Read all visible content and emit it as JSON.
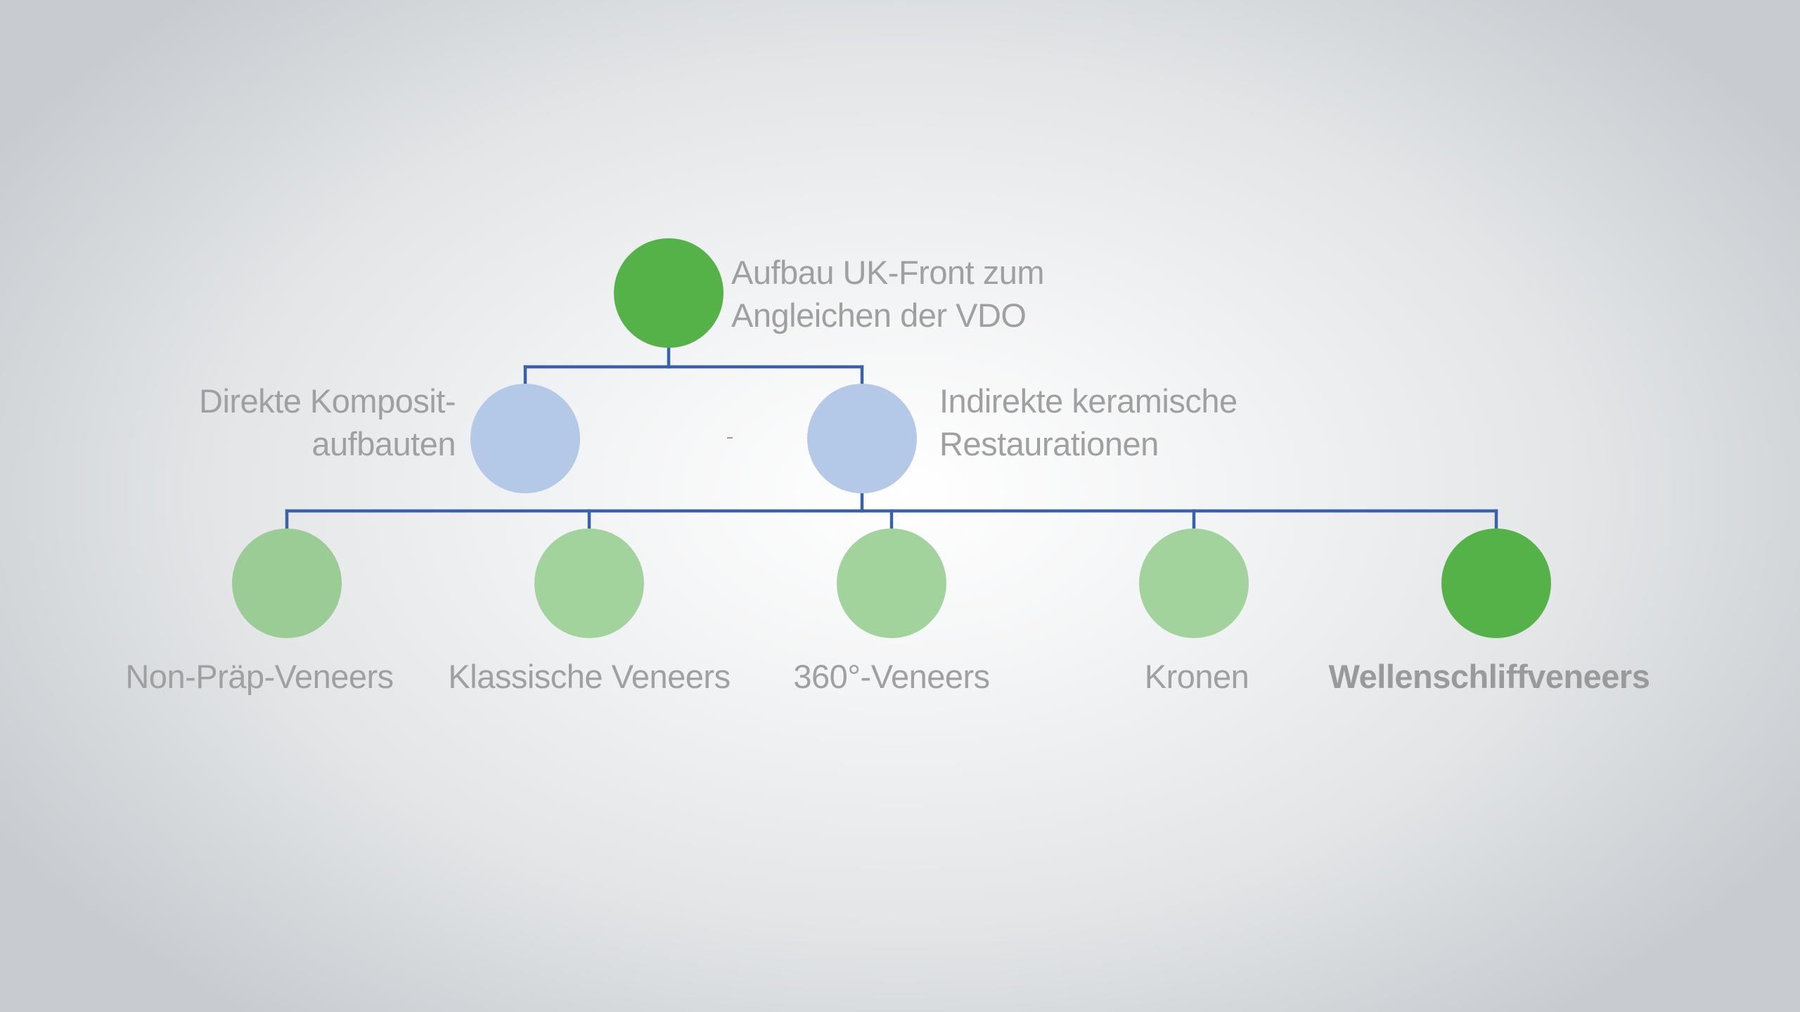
{
  "diagram": {
    "type": "tree",
    "colors": {
      "connector": "#3a62aa",
      "root_active": "#55b249",
      "level2": "#b4c8e7",
      "level3_inactive": "#a3d39c",
      "level3_first": "#9bcc95",
      "level3_active": "#55b249",
      "label_text": "#a0a0a0"
    },
    "root": {
      "id": "root",
      "label_lines": [
        "Aufbau UK-Front zum",
        "Angleichen der VDO"
      ],
      "active": true
    },
    "level2": [
      {
        "id": "direct",
        "label_lines": [
          "Direkte Komposit-",
          "aufbauten"
        ],
        "parent": "root",
        "has_children": false
      },
      {
        "id": "indirect",
        "label_lines": [
          "Indirekte keramische",
          "Restaurationen"
        ],
        "parent": "root",
        "has_children": true
      }
    ],
    "separator_mark": "-",
    "level3": [
      {
        "id": "non-praep",
        "label": "Non-Präp-Veneers",
        "parent": "indirect",
        "active": false
      },
      {
        "id": "klassisch",
        "label": "Klassische Veneers",
        "parent": "indirect",
        "active": false
      },
      {
        "id": "360",
        "label": "360°-Veneers",
        "parent": "indirect",
        "active": false
      },
      {
        "id": "kronen",
        "label": "Kronen",
        "parent": "indirect",
        "active": false
      },
      {
        "id": "wellenschliff",
        "label": "Wellenschliffveneers",
        "parent": "indirect",
        "active": true
      }
    ]
  }
}
